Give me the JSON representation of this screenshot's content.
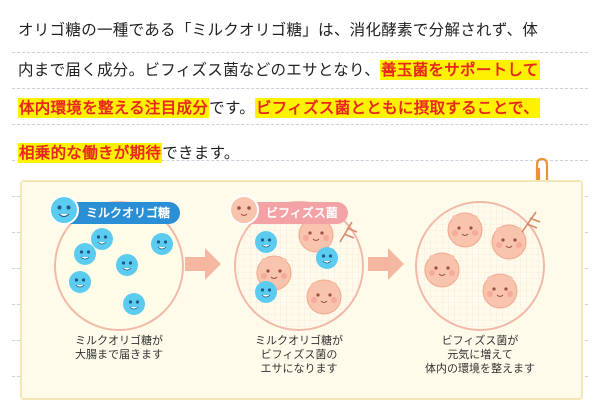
{
  "paragraph": {
    "line1": "オリゴ糖の一種である「ミルクオリゴ糖」は、消化酵素で分解されず、体",
    "line2_plain": "内まで届く成分。ビフィズス菌などのエサとなり、",
    "line2_highlight": "善玉菌をサポートして",
    "line3_highlight": "体内環境を整える注目成分",
    "line3_plain": "です。",
    "line3_highlight2": "ビフィズス菌とともに摂取することで、",
    "line4_highlight": "相乗的な働きが期待",
    "line4_plain": "できます。"
  },
  "diagram": {
    "step1": {
      "tag": "ミルクオリゴ糖",
      "caption_l1": "ミルクオリゴ糖が",
      "caption_l2": "大腸まで届きます"
    },
    "step2": {
      "tag": "ビフィズス菌",
      "caption_l1": "ミルクオリゴ糖が",
      "caption_l2": "ビフィズス菌の",
      "caption_l3": "エサになります"
    },
    "step3": {
      "caption_l1": "ビフィズス菌が",
      "caption_l2": "元気に増えて",
      "caption_l3": "体内の環境を整えます"
    }
  },
  "colors": {
    "highlight_bg": "#fff200",
    "highlight_text": "#e8281f",
    "oligo_blue": "#5ccbf0",
    "bacteria_pink": "#f6b29a",
    "arrow": "#f6b7a0"
  },
  "icons": [
    "paperclip-icon",
    "arrow-right-icon"
  ]
}
